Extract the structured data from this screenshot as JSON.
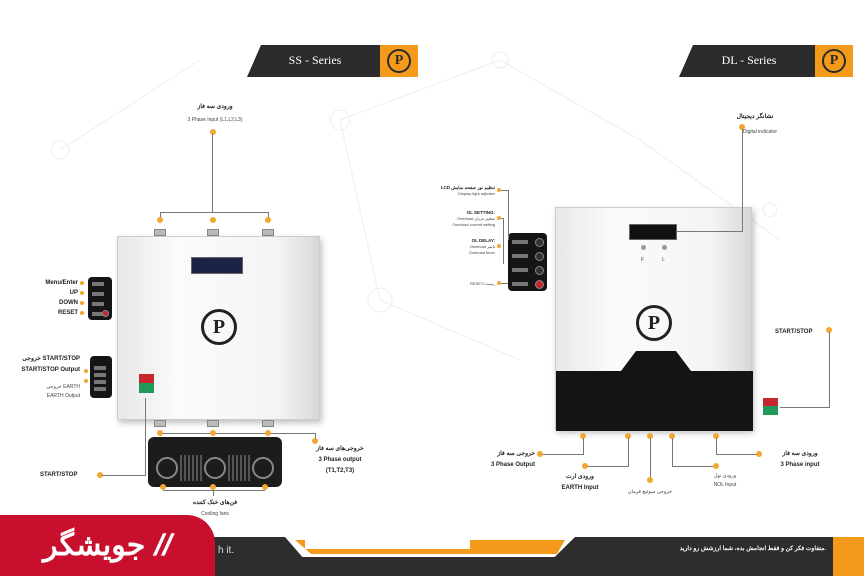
{
  "ss": {
    "title": "SS - Series",
    "logo": "P",
    "top_fa": "ورودی سه فاز",
    "top_en": "3 Phase Input (L1,L2,L3)",
    "keys": [
      "Menu/Enter",
      "UP",
      "DOWN",
      "RESET"
    ],
    "ss_out_fa": "خروجی START/STOP",
    "ss_out_en": "START/STOP Output",
    "earth_fa": "خروجی EARTH",
    "earth_en": "EARTH Output",
    "startstop": "START/STOP",
    "out_fa": "خروجی‌های سه فاز",
    "out_en": "3 Phase output",
    "out_terms": "(T1,T2,T3)",
    "fans_fa": "فن‌های خنک کننده",
    "fans_en": "Cooling fans"
  },
  "dl": {
    "title": "DL - Series",
    "logo": "P",
    "digital_fa": "نشانگر دیجیتال",
    "digital_en": "Digital indicator",
    "lcd_fa": "LCD تنظیم نور صفحه نمایش",
    "lcd_en": "Display light adjuster",
    "olset_t": "OL SETTING:",
    "olset_fa": "Overload تنظیم جریان",
    "olset_en": "Overload current setting",
    "oldelay_t": "OL DELAY:",
    "oldelay_fa": "Overload تایمر",
    "oldelay_en": "Overload timer",
    "reset": "RESET/ریست",
    "leds": [
      "F",
      "L"
    ],
    "startstop": "START/STOP",
    "out_fa": "خروجی سه فاز",
    "out_en": "3 Phase Output",
    "earth_fa": "ورودی ارت",
    "earth_en": "EARTH Input",
    "switch_fa": "خروجی سوئیچ فرمان",
    "nol_fa": "ورودی نول",
    "nol_en": "NOL Input",
    "in_fa": "ورودی سه فاز",
    "in_en": "3 Phase input"
  },
  "footer": {
    "brand": "جویشگر",
    "left_text": "h it.",
    "right_text": "متفاوت فکر کن و فقط انجامش بده، شما ارزشش رو دارید."
  },
  "colors": {
    "accent": "#f39a1a",
    "dark": "#2b2b2b",
    "brand_red": "#c8102e"
  }
}
